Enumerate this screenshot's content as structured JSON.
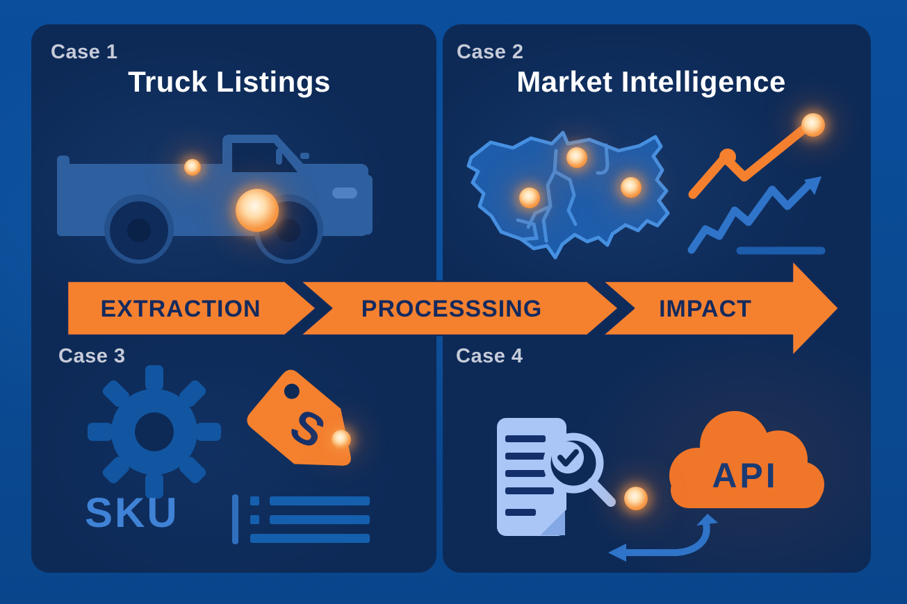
{
  "colors": {
    "outer_bg": "#0a4a93",
    "panel_bg": "#0d2a57",
    "orange": "#f5812f",
    "orange_deep": "#ef7c24",
    "arrow_text": "#142a5e",
    "case_label": "#c7ccd9",
    "title": "#ffffff",
    "icon_blue": "#1256a1",
    "map_blue": "#1e5dab",
    "map_stroke": "#4690e2",
    "truck_blue": "#2e5f9e",
    "light_blue": "#a9c6f7",
    "accent_blue": "#2f74c8",
    "list_blue": "#1560ae",
    "sku_blue": "#3f82d6",
    "cloud_orange": "#f0762a"
  },
  "panels": {
    "case1": {
      "label": "Case 1",
      "title": "Truck Listings"
    },
    "case2": {
      "label": "Case 2",
      "title": "Market Intelligence"
    },
    "case3": {
      "label": "Case 3"
    },
    "case4": {
      "label": "Case 4"
    }
  },
  "pipeline": {
    "stages": [
      "EXTRACTION",
      "PROCESSSING",
      "IMPACT"
    ]
  },
  "case3_content": {
    "sku_text": "SKU",
    "tag_symbol": "S"
  },
  "case4_content": {
    "api_text": "API"
  },
  "icons": {
    "case1": "pickup-truck-icon",
    "case2_left": "usa-map-icon",
    "case2_right": "trend-lines-icon",
    "case3": [
      "gear-icon",
      "price-tag-icon",
      "list-icon"
    ],
    "case4": [
      "document-search-icon",
      "api-cloud-icon",
      "sync-arrows-icon"
    ]
  }
}
